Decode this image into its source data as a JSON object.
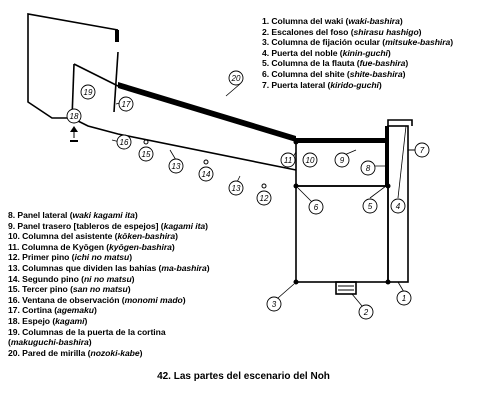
{
  "legend_top": [
    {
      "num": "1.",
      "text": "Columna del waki (",
      "term": "waki-bashira",
      "close": ")"
    },
    {
      "num": "2.",
      "text": "Escalones del foso (",
      "term": "shirasu hashigo",
      "close": ")"
    },
    {
      "num": "3.",
      "text": "Columna de fijación ocular (",
      "term": "mitsuke-bashira",
      "close": ")"
    },
    {
      "num": "4.",
      "text": "Puerta del noble (",
      "term": "kinin-guchi",
      "close": ")"
    },
    {
      "num": "5.",
      "text": "Columna de la flauta (",
      "term": "fue-bashira",
      "close": ")"
    },
    {
      "num": "6.",
      "text": "Columna del shite (",
      "term": "shite-bashira",
      "close": ")"
    },
    {
      "num": "7.",
      "text": "Puerta lateral (",
      "term": "kirido-guchi",
      "close": ")"
    }
  ],
  "legend_bottom": [
    {
      "num": "8.",
      "text": "Panel lateral (",
      "term": "waki kagami ita",
      "close": ")"
    },
    {
      "num": "9.",
      "text": "Panel trasero [tableros de espejos] (",
      "term": "kagami ita",
      "close": ")"
    },
    {
      "num": "10.",
      "text": "Columna del asistente (",
      "term": "kōken-bashira",
      "close": ")"
    },
    {
      "num": "11.",
      "text": "Columna de Kyōgen (",
      "term": "kyōgen-bashira",
      "close": ")"
    },
    {
      "num": "12.",
      "text": "Primer pino (",
      "term": "ichi no matsu",
      "close": ")"
    },
    {
      "num": "13.",
      "text": "Columnas que dividen las bahías (",
      "term": "ma-bashira",
      "close": ")"
    },
    {
      "num": "14.",
      "text": "Segundo pino (",
      "term": "ni no matsu",
      "close": ")"
    },
    {
      "num": "15.",
      "text": "Tercer pino (",
      "term": "san no matsu",
      "close": ")"
    },
    {
      "num": "16.",
      "text": "Ventana de observación (",
      "term": "monomi mado",
      "close": ")"
    },
    {
      "num": "17.",
      "text": "Cortina (",
      "term": "agemaku",
      "close": ")"
    },
    {
      "num": "18.",
      "text": "Espejo (",
      "term": "kagami",
      "close": ")"
    },
    {
      "num": "19.",
      "text": "Columnas de la puerta de la cortina",
      "term": "",
      "close": ""
    },
    {
      "num": "",
      "text": "(",
      "term": "makuguchi-bashira",
      "close": ")"
    },
    {
      "num": "20.",
      "text": "Pared de mirilla (",
      "term": "nozoki-kabe",
      "close": ")"
    }
  ],
  "diagram_numbers": [
    "1",
    "2",
    "3",
    "4",
    "5",
    "6",
    "7",
    "8",
    "9",
    "10",
    "11",
    "12",
    "13",
    "13",
    "14",
    "15",
    "16",
    "17",
    "18",
    "19",
    "20"
  ],
  "caption": "42. Las partes del escenario del Noh"
}
